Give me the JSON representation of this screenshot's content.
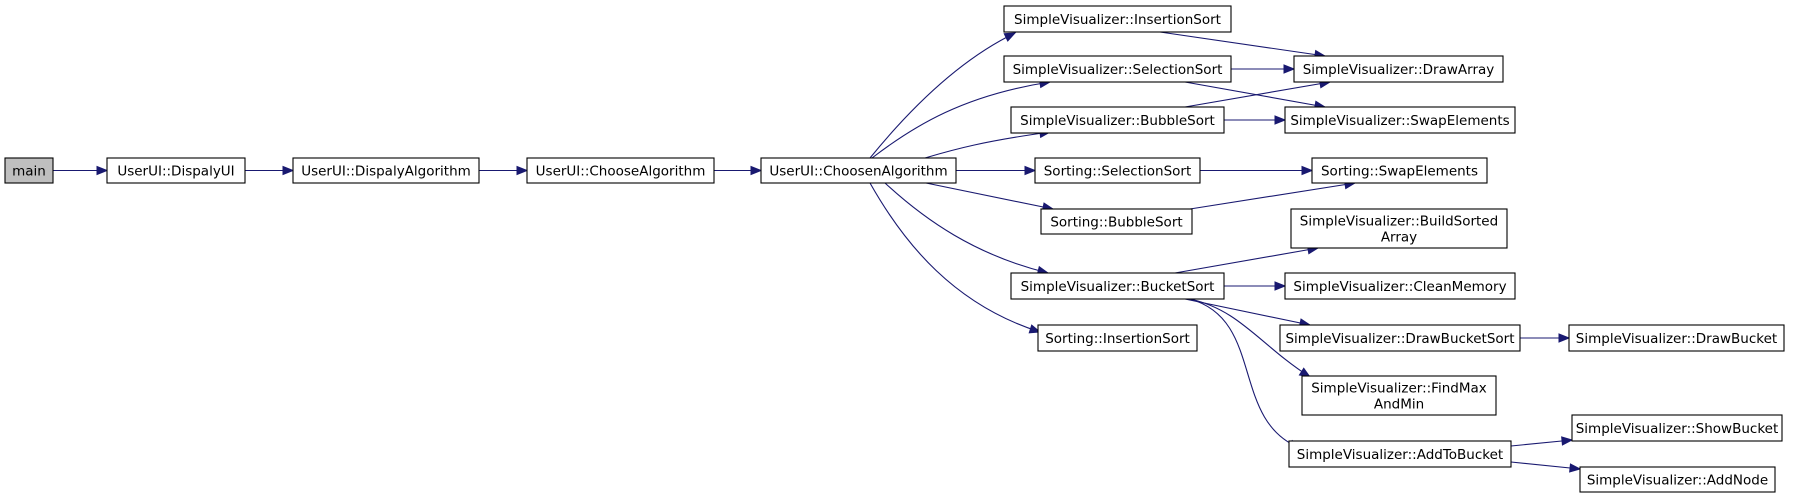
{
  "diagram": {
    "type": "call-graph",
    "colors": {
      "edge": "#191970",
      "root_fill": "#bfbfbf",
      "node_fill": "#ffffff",
      "border": "#000000"
    },
    "nodes": [
      {
        "id": "main",
        "lines": [
          "main"
        ],
        "root": true
      },
      {
        "id": "ui_display",
        "lines": [
          "UserUI::DispalyUI"
        ]
      },
      {
        "id": "ui_disp_alg",
        "lines": [
          "UserUI::DispalyAlgorithm"
        ]
      },
      {
        "id": "ui_choose",
        "lines": [
          "UserUI::ChooseAlgorithm"
        ]
      },
      {
        "id": "ui_chosen",
        "lines": [
          "UserUI::ChoosenAlgorithm"
        ]
      },
      {
        "id": "sv_insertion",
        "lines": [
          "SimpleVisualizer::InsertionSort"
        ]
      },
      {
        "id": "sv_selection",
        "lines": [
          "SimpleVisualizer::SelectionSort"
        ]
      },
      {
        "id": "sv_bubble",
        "lines": [
          "SimpleVisualizer::BubbleSort"
        ]
      },
      {
        "id": "s_selection",
        "lines": [
          "Sorting::SelectionSort"
        ]
      },
      {
        "id": "s_bubble",
        "lines": [
          "Sorting::BubbleSort"
        ]
      },
      {
        "id": "sv_bucket",
        "lines": [
          "SimpleVisualizer::BucketSort"
        ]
      },
      {
        "id": "s_insertion",
        "lines": [
          "Sorting::InsertionSort"
        ]
      },
      {
        "id": "sv_drawarray",
        "lines": [
          "SimpleVisualizer::DrawArray"
        ]
      },
      {
        "id": "sv_swap",
        "lines": [
          "SimpleVisualizer::SwapElements"
        ]
      },
      {
        "id": "s_swap",
        "lines": [
          "Sorting::SwapElements"
        ]
      },
      {
        "id": "sv_buildsorted",
        "lines": [
          "SimpleVisualizer::BuildSorted",
          "Array"
        ]
      },
      {
        "id": "sv_clean",
        "lines": [
          "SimpleVisualizer::CleanMemory"
        ]
      },
      {
        "id": "sv_drawbucketsort",
        "lines": [
          "SimpleVisualizer::DrawBucketSort"
        ]
      },
      {
        "id": "sv_findmax",
        "lines": [
          "SimpleVisualizer::FindMax",
          "AndMin"
        ]
      },
      {
        "id": "sv_addtobucket",
        "lines": [
          "SimpleVisualizer::AddToBucket"
        ]
      },
      {
        "id": "sv_drawbucket",
        "lines": [
          "SimpleVisualizer::DrawBucket"
        ]
      },
      {
        "id": "sv_showbucket",
        "lines": [
          "SimpleVisualizer::ShowBucket"
        ]
      },
      {
        "id": "sv_addnode",
        "lines": [
          "SimpleVisualizer::AddNode"
        ]
      }
    ],
    "edges": [
      {
        "from": "main",
        "to": "ui_display"
      },
      {
        "from": "ui_display",
        "to": "ui_disp_alg"
      },
      {
        "from": "ui_disp_alg",
        "to": "ui_choose"
      },
      {
        "from": "ui_choose",
        "to": "ui_chosen"
      },
      {
        "from": "ui_chosen",
        "to": "sv_insertion"
      },
      {
        "from": "ui_chosen",
        "to": "sv_selection"
      },
      {
        "from": "ui_chosen",
        "to": "sv_bubble"
      },
      {
        "from": "ui_chosen",
        "to": "s_selection"
      },
      {
        "from": "ui_chosen",
        "to": "s_bubble"
      },
      {
        "from": "ui_chosen",
        "to": "sv_bucket"
      },
      {
        "from": "ui_chosen",
        "to": "s_insertion"
      },
      {
        "from": "sv_insertion",
        "to": "sv_drawarray"
      },
      {
        "from": "sv_selection",
        "to": "sv_drawarray"
      },
      {
        "from": "sv_selection",
        "to": "sv_swap"
      },
      {
        "from": "sv_bubble",
        "to": "sv_drawarray"
      },
      {
        "from": "sv_bubble",
        "to": "sv_swap"
      },
      {
        "from": "s_selection",
        "to": "s_swap"
      },
      {
        "from": "s_bubble",
        "to": "s_swap"
      },
      {
        "from": "sv_bucket",
        "to": "sv_buildsorted"
      },
      {
        "from": "sv_bucket",
        "to": "sv_clean"
      },
      {
        "from": "sv_bucket",
        "to": "sv_drawbucketsort"
      },
      {
        "from": "sv_bucket",
        "to": "sv_findmax"
      },
      {
        "from": "sv_bucket",
        "to": "sv_addtobucket"
      },
      {
        "from": "sv_drawbucketsort",
        "to": "sv_drawbucket"
      },
      {
        "from": "sv_addtobucket",
        "to": "sv_showbucket"
      },
      {
        "from": "sv_addtobucket",
        "to": "sv_addnode"
      }
    ]
  }
}
